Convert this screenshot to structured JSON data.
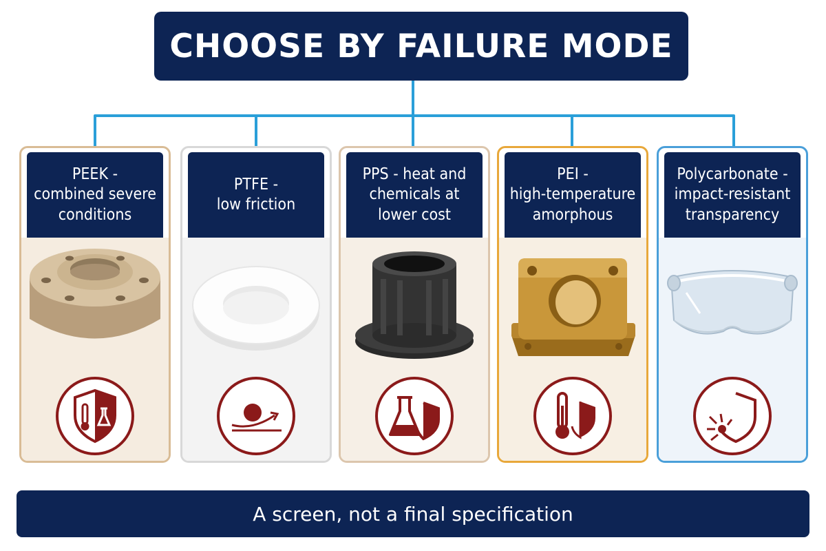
{
  "title": "CHOOSE BY FAILURE MODE",
  "footer": "A screen, not a final specification",
  "colors": {
    "navy": "#0d2454",
    "connector": "#2a9fd9",
    "icon_red": "#8b1a1a"
  },
  "cards": [
    {
      "label": "PEEK -\ncombined severe\nconditions",
      "border": "#d9bc96",
      "body_bg": "#f5ece0",
      "product_icon": "peek-flange-icon",
      "badge_icon": "shield-thermometer-flask-icon"
    },
    {
      "label": "PTFE -\nlow friction",
      "border": "#d8d8d8",
      "body_bg": "#f3f3f3",
      "product_icon": "ptfe-ring-icon",
      "badge_icon": "ball-sliding-arrow-icon"
    },
    {
      "label": "PPS - heat and\nchemicals at\nlower cost",
      "border": "#dcc6ad",
      "body_bg": "#f6efe6",
      "product_icon": "pps-bushing-icon",
      "badge_icon": "flask-shield-icon"
    },
    {
      "label": "PEI -\nhigh-temperature\namorphous",
      "border": "#e8a83a",
      "body_bg": "#f7efe3",
      "product_icon": "pei-bracket-icon",
      "badge_icon": "thermometer-shield-icon"
    },
    {
      "label": "Polycarbonate -\nimpact-resistant\ntransparency",
      "border": "#4a9fd9",
      "body_bg": "#eef4fa",
      "product_icon": "pc-visor-icon",
      "badge_icon": "impact-shield-icon"
    }
  ]
}
